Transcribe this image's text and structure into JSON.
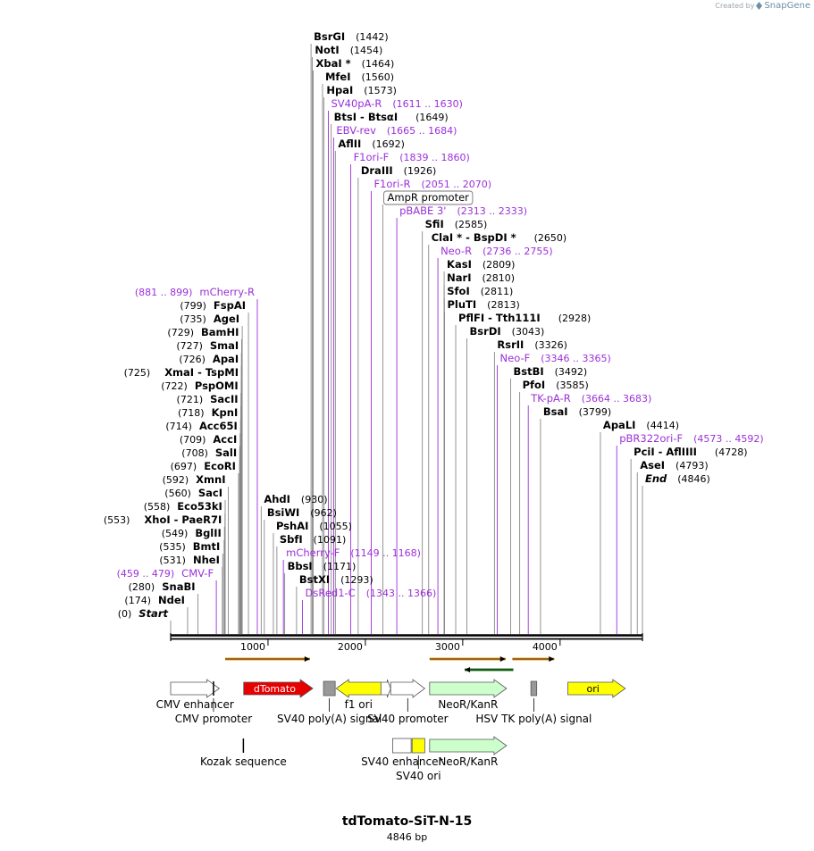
{
  "credit": {
    "prefix": "Created by",
    "brand": "SnapGene"
  },
  "title": "tdTomato-SiT-N-15",
  "length_label": "4846 bp",
  "sequence_length": 4846,
  "colors": {
    "site": "#000000",
    "primer": "#9b30d8",
    "connector": "#888888",
    "connector_primer": "#9b30d8"
  },
  "ticks": [
    "1000",
    "2000",
    "3000",
    "4000"
  ],
  "sites": [
    {
      "name": "Start",
      "pos": 0,
      "label": "(0)",
      "type": "site",
      "side": "left",
      "italic": true
    },
    {
      "name": "NdeI",
      "pos": 174,
      "label": "(174)",
      "type": "site",
      "side": "left"
    },
    {
      "name": "SnaBI",
      "pos": 280,
      "label": "(280)",
      "type": "site",
      "side": "left"
    },
    {
      "name": "CMV-F",
      "pos": 469,
      "label": "(459 .. 479)",
      "type": "primer",
      "side": "left"
    },
    {
      "name": "NheI",
      "pos": 531,
      "label": "(531)",
      "type": "site",
      "side": "left"
    },
    {
      "name": "BmtI",
      "pos": 535,
      "label": "(535)",
      "type": "site",
      "side": "left"
    },
    {
      "name": "BglII",
      "pos": 549,
      "label": "(549)",
      "type": "site",
      "side": "left"
    },
    {
      "name": "XhoI",
      "name2": "PaeR7I",
      "pos": 553,
      "label": "(553)",
      "type": "site",
      "side": "left"
    },
    {
      "name": "Eco53kI",
      "pos": 558,
      "label": "(558)",
      "type": "site",
      "side": "left"
    },
    {
      "name": "SacI",
      "pos": 560,
      "label": "(560)",
      "type": "site",
      "side": "left"
    },
    {
      "name": "XmnI",
      "pos": 592,
      "label": "(592)",
      "type": "site",
      "side": "left"
    },
    {
      "name": "EcoRI",
      "pos": 697,
      "label": "(697)",
      "type": "site",
      "side": "left"
    },
    {
      "name": "SalI",
      "pos": 708,
      "label": "(708)",
      "type": "site",
      "side": "left"
    },
    {
      "name": "AccI",
      "pos": 709,
      "label": "(709)",
      "type": "site",
      "side": "left"
    },
    {
      "name": "Acc65I",
      "pos": 714,
      "label": "(714)",
      "type": "site",
      "side": "left"
    },
    {
      "name": "KpnI",
      "pos": 718,
      "label": "(718)",
      "type": "site",
      "side": "left"
    },
    {
      "name": "SacII",
      "pos": 721,
      "label": "(721)",
      "type": "site",
      "side": "left"
    },
    {
      "name": "PspOMI",
      "pos": 722,
      "label": "(722)",
      "type": "site",
      "side": "left"
    },
    {
      "name": "XmaI",
      "name2": "TspMI",
      "pos": 725,
      "label": "(725)",
      "type": "site",
      "side": "left"
    },
    {
      "name": "ApaI",
      "pos": 726,
      "label": "(726)",
      "type": "site",
      "side": "left"
    },
    {
      "name": "SmaI",
      "pos": 727,
      "label": "(727)",
      "type": "site",
      "side": "left"
    },
    {
      "name": "BamHI",
      "pos": 729,
      "label": "(729)",
      "type": "site",
      "side": "left"
    },
    {
      "name": "AgeI",
      "pos": 735,
      "label": "(735)",
      "type": "site",
      "side": "left"
    },
    {
      "name": "FspAI",
      "pos": 799,
      "label": "(799)",
      "type": "site",
      "side": "left"
    },
    {
      "name": "mCherry-R",
      "pos": 890,
      "label": "(881 .. 899)",
      "type": "primer",
      "side": "left"
    },
    {
      "name": "AhdI",
      "pos": 930,
      "label": "(930)",
      "type": "site",
      "side": "right"
    },
    {
      "name": "BsiWI",
      "pos": 962,
      "label": "(962)",
      "type": "site",
      "side": "right"
    },
    {
      "name": "PshAI",
      "pos": 1055,
      "label": "(1055)",
      "type": "site",
      "side": "right"
    },
    {
      "name": "SbfI",
      "pos": 1091,
      "label": "(1091)",
      "type": "site",
      "side": "right"
    },
    {
      "name": "mCherry-F",
      "pos": 1158,
      "label": "(1149 .. 1168)",
      "type": "primer",
      "side": "right"
    },
    {
      "name": "BbsI",
      "pos": 1171,
      "label": "(1171)",
      "type": "site",
      "side": "right"
    },
    {
      "name": "BstXI",
      "pos": 1293,
      "label": "(1293)",
      "type": "site",
      "side": "right"
    },
    {
      "name": "DsRed1-C",
      "pos": 1354,
      "label": "(1343 .. 1366)",
      "type": "primer",
      "side": "right"
    },
    {
      "name": "BsrGI",
      "pos": 1442,
      "label": "(1442)",
      "type": "site",
      "side": "right"
    },
    {
      "name": "NotI",
      "pos": 1454,
      "label": "(1454)",
      "type": "site",
      "side": "right"
    },
    {
      "name": "XbaI *",
      "pos": 1464,
      "label": "(1464)",
      "type": "site",
      "side": "right"
    },
    {
      "name": "MfeI",
      "pos": 1560,
      "label": "(1560)",
      "type": "site",
      "side": "right"
    },
    {
      "name": "HpaI",
      "pos": 1573,
      "label": "(1573)",
      "type": "site",
      "side": "right"
    },
    {
      "name": "SV40pA-R",
      "pos": 1620,
      "label": "(1611 .. 1630)",
      "type": "primer",
      "side": "right"
    },
    {
      "name": "BtsI",
      "name2": "BtsαI",
      "pos": 1649,
      "label": "(1649)",
      "type": "site",
      "side": "right"
    },
    {
      "name": "EBV-rev",
      "pos": 1674,
      "label": "(1665 .. 1684)",
      "type": "primer",
      "side": "right"
    },
    {
      "name": "AflII",
      "pos": 1692,
      "label": "(1692)",
      "type": "site",
      "side": "right"
    },
    {
      "name": "F1ori-F",
      "pos": 1850,
      "label": "(1839 .. 1860)",
      "type": "primer",
      "side": "right"
    },
    {
      "name": "DraIII",
      "pos": 1926,
      "label": "(1926)",
      "type": "site",
      "side": "right"
    },
    {
      "name": "F1ori-R",
      "pos": 2060,
      "label": "(2051 .. 2070)",
      "type": "primer",
      "side": "right"
    },
    {
      "name": "AmpR promoter",
      "pos": 2180,
      "label": "",
      "type": "boxed",
      "side": "right"
    },
    {
      "name": "pBABE 3'",
      "pos": 2323,
      "label": "(2313 .. 2333)",
      "type": "primer",
      "side": "right"
    },
    {
      "name": "SfiI",
      "pos": 2585,
      "label": "(2585)",
      "type": "site",
      "side": "right"
    },
    {
      "name": "ClaI *",
      "name2": "BspDI *",
      "pos": 2650,
      "label": "(2650)",
      "type": "site",
      "side": "right"
    },
    {
      "name": "Neo-R",
      "pos": 2745,
      "label": "(2736 .. 2755)",
      "type": "primer",
      "side": "right"
    },
    {
      "name": "KasI",
      "pos": 2809,
      "label": "(2809)",
      "type": "site",
      "side": "right"
    },
    {
      "name": "NarI",
      "pos": 2810,
      "label": "(2810)",
      "type": "site",
      "side": "right"
    },
    {
      "name": "SfoI",
      "pos": 2811,
      "label": "(2811)",
      "type": "site",
      "side": "right"
    },
    {
      "name": "PluTI",
      "pos": 2813,
      "label": "(2813)",
      "type": "site",
      "side": "right"
    },
    {
      "name": "PflFI",
      "name2": "Tth111I",
      "pos": 2928,
      "label": "(2928)",
      "type": "site",
      "side": "right"
    },
    {
      "name": "BsrDI",
      "pos": 3043,
      "label": "(3043)",
      "type": "site",
      "side": "right"
    },
    {
      "name": "RsrII",
      "pos": 3326,
      "label": "(3326)",
      "type": "site",
      "side": "right"
    },
    {
      "name": "Neo-F",
      "pos": 3355,
      "label": "(3346 .. 3365)",
      "type": "primer",
      "side": "right"
    },
    {
      "name": "BstBI",
      "pos": 3492,
      "label": "(3492)",
      "type": "site",
      "side": "right"
    },
    {
      "name": "PfoI",
      "pos": 3585,
      "label": "(3585)",
      "type": "site",
      "side": "right"
    },
    {
      "name": "TK-pA-R",
      "pos": 3673,
      "label": "(3664 .. 3683)",
      "type": "primer",
      "side": "right"
    },
    {
      "name": "BsaI",
      "pos": 3799,
      "label": "(3799)",
      "type": "site",
      "side": "right"
    },
    {
      "name": "ApaLI",
      "pos": 4414,
      "label": "(4414)",
      "type": "site",
      "side": "right"
    },
    {
      "name": "pBR322ori-F",
      "pos": 4582,
      "label": "(4573 .. 4592)",
      "type": "primer",
      "side": "right"
    },
    {
      "name": "PciI",
      "name2": "AflIIII",
      "pos": 4728,
      "label": "(4728)",
      "type": "site",
      "side": "right"
    },
    {
      "name": "AseI",
      "pos": 4793,
      "label": "(4793)",
      "type": "site",
      "side": "right"
    },
    {
      "name": "End",
      "pos": 4846,
      "label": "(4846)",
      "type": "site",
      "side": "right",
      "italic": true
    }
  ],
  "features": [
    {
      "name": "CMV enhancer",
      "start": 0,
      "end": 500,
      "color": "#ffffff",
      "shape": "arrow-right",
      "row": 0,
      "label_pos": "below"
    },
    {
      "name": "CMV promoter",
      "start": 380,
      "end": 500,
      "color": "#ffffff",
      "shape": "line",
      "row": 0,
      "label_pos": "below2"
    },
    {
      "name": "dTomato",
      "start": 750,
      "end": 1460,
      "color": "#e60000",
      "shape": "arrow-right",
      "row": 0,
      "label_pos": "inside"
    },
    {
      "name": "SV40 poly(A) signal",
      "start": 1570,
      "end": 1690,
      "color": "#999999",
      "shape": "box",
      "row": 0,
      "label_pos": "below2"
    },
    {
      "name": "f1 ori",
      "start": 1700,
      "end": 2160,
      "color": "#ffff00",
      "shape": "arrow-left",
      "row": 0,
      "label_pos": "below"
    },
    {
      "name": "AmpR promoter",
      "start": 2160,
      "end": 2260,
      "color": "#ffffff",
      "shape": "arrow-right",
      "row": 0,
      "label_pos": "none"
    },
    {
      "name": "SV40 promoter",
      "start": 2260,
      "end": 2610,
      "color": "#ffffff",
      "shape": "arrow-right",
      "row": 0,
      "label_pos": "below2"
    },
    {
      "name": "NeoR/KanR",
      "start": 2660,
      "end": 3450,
      "color": "#ccffcc",
      "shape": "arrow-right",
      "row": 0,
      "label_pos": "below"
    },
    {
      "name": "HSV TK poly(A) signal",
      "start": 3700,
      "end": 3760,
      "color": "#999999",
      "shape": "box",
      "row": 0,
      "label_pos": "below2"
    },
    {
      "name": "ori",
      "start": 4080,
      "end": 4670,
      "color": "#ffff00",
      "shape": "arrow-right",
      "row": 0,
      "label_pos": "inside"
    },
    {
      "name": "Kozak sequence",
      "start": 742,
      "end": 752,
      "color": "#000000",
      "shape": "line",
      "row": 1,
      "label_pos": "below"
    },
    {
      "name": "SV40 enhancer",
      "start": 2280,
      "end": 2470,
      "color": "#ffffff",
      "shape": "box",
      "row": 1,
      "label_pos": "below"
    },
    {
      "name": "SV40 ori",
      "start": 2480,
      "end": 2610,
      "color": "#ffff00",
      "shape": "box",
      "row": 1,
      "label_pos": "below2"
    },
    {
      "name": "NeoR/KanR",
      "start": 2660,
      "end": 3450,
      "color": "#ccffcc",
      "shape": "arrow-right",
      "row": 1,
      "label_pos": "below"
    }
  ],
  "orfs": [
    {
      "start": 560,
      "end": 1430,
      "direction": "right",
      "color": "#f0a020"
    },
    {
      "start": 2660,
      "end": 3440,
      "direction": "right",
      "color": "#f0a020"
    },
    {
      "start": 3510,
      "end": 3940,
      "direction": "right",
      "color": "#f0a020"
    },
    {
      "start": 3020,
      "end": 3520,
      "direction": "left",
      "color": "#2a8a2a"
    }
  ]
}
